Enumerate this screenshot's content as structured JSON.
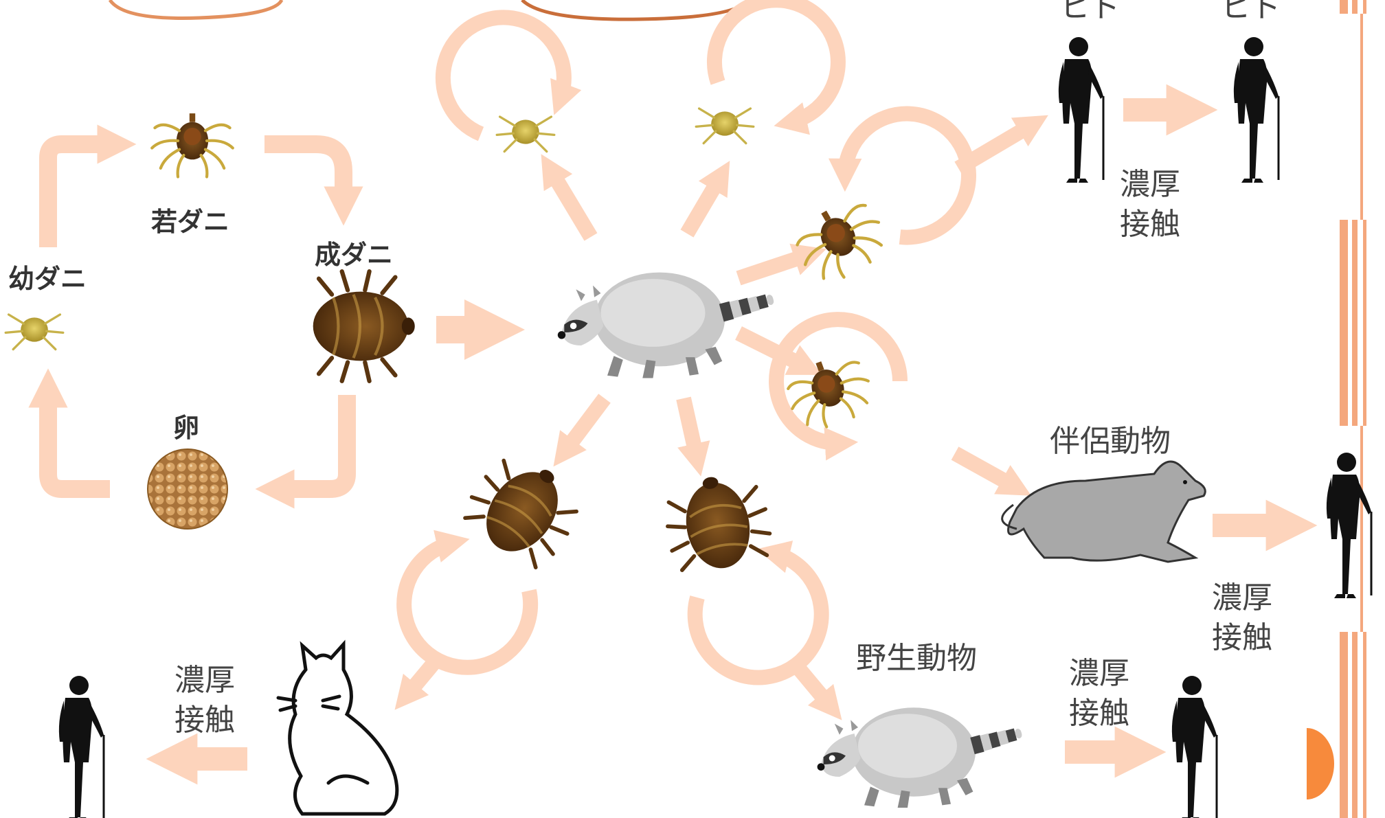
{
  "life_cycle": {
    "egg": "卵",
    "larva": "幼ダニ",
    "nymph": "若ダニ",
    "adult": "成ダニ"
  },
  "labels": {
    "human_top_left": "ヒト",
    "human_top_right": "ヒト",
    "companion_animal": "伴侶動物",
    "wild_animal": "野生動物",
    "close_contact_line1": "濃厚",
    "close_contact_line2": "接触"
  },
  "colors": {
    "arrow": "#fdd4bc",
    "tick_brown": "#6b3f14",
    "tick_gold": "#c9a93c",
    "silhouette": "#111111",
    "accent_orange": "#f78a3c",
    "stripe": "#f4a77d"
  }
}
